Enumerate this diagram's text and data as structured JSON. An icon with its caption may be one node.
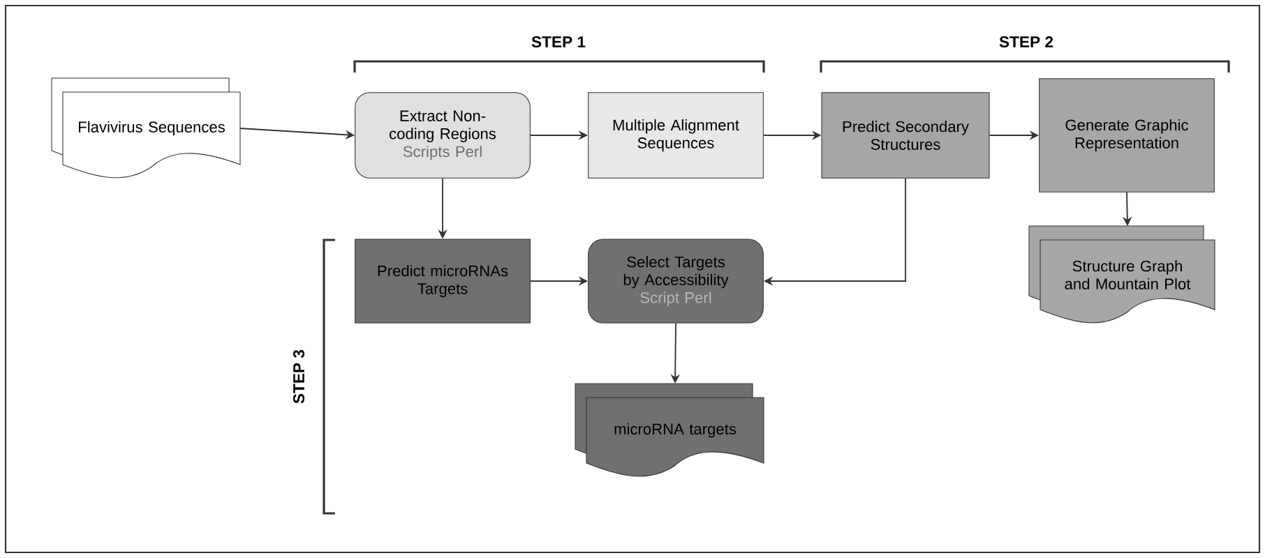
{
  "diagram": {
    "nodes": [
      {
        "text": [
          "Flavivirus Sequences"
        ]
      },
      {
        "text": [
          "Extract Non-coding Regions",
          "Scripts Perl"
        ]
      },
      {
        "text": [
          "Multiple Alignment Sequences"
        ]
      },
      {
        "text": [
          "Predict Secondary Structures"
        ]
      },
      {
        "text": [
          "Generate Graphic Representation"
        ]
      },
      {
        "text": [
          "Structure Graph and Mountain Plot"
        ]
      },
      {
        "text": [
          "Predict microRNAs Targets"
        ]
      },
      {
        "text": [
          "Select Targets by Accessibility",
          "Script Perl"
        ]
      },
      {
        "text": [
          "microRNA targets"
        ]
      }
    ],
    "edges": [
      {
        "from": 0,
        "to": 1,
        "arrow": "to"
      },
      {
        "from": 1,
        "to": 2,
        "arrow": "to"
      },
      {
        "from": 2,
        "to": 3,
        "arrow": "to"
      },
      {
        "from": 3,
        "to": 4,
        "arrow": "to"
      },
      {
        "from": 4,
        "to": 5,
        "arrow": "to"
      },
      {
        "from": 1,
        "to": 6,
        "arrow": "to"
      },
      {
        "from": 6,
        "to": 7,
        "arrow": "to"
      },
      {
        "from": 3,
        "to": 7,
        "arrow": "to"
      },
      {
        "from": 7,
        "to": 8,
        "arrow": "to"
      }
    ],
    "labels": [
      "STEP 1",
      "STEP 2",
      "STEP 3"
    ]
  }
}
